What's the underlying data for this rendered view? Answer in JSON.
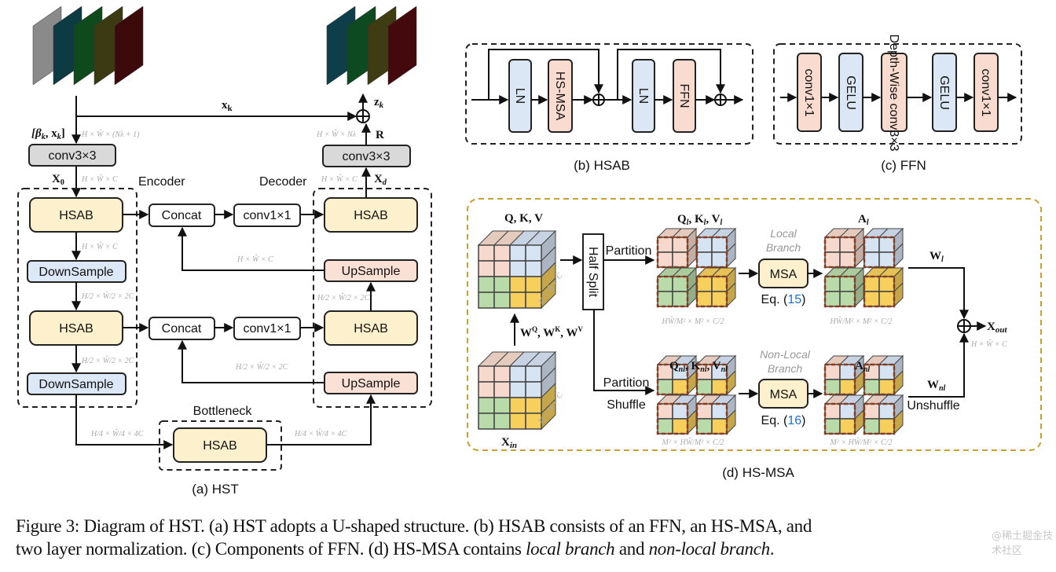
{
  "panel_a": {
    "caption": "(a) HST",
    "encoder_label": "Encoder",
    "decoder_label": "Decoder",
    "bottleneck_label": "Bottleneck",
    "conv_in": "conv3×3",
    "conv_out": "conv3×3",
    "hsab": "HSAB",
    "downsample": "DownSample",
    "upsample": "UpSample",
    "concat": "Concat",
    "conv1x1": "conv1×1",
    "labels": {
      "xk": {
        "base": "x",
        "sub": "k"
      },
      "zk": {
        "base": "z",
        "sub": "k"
      },
      "R": "R",
      "beta": {
        "open": "[β",
        "sub1": "k",
        "mid": ", x",
        "sub2": "k",
        "close": "]"
      },
      "X0": {
        "base": "X",
        "sub": "0"
      },
      "Xd": {
        "base": "X",
        "sub": "d"
      }
    },
    "dims": {
      "in": "H × Ŵ × (Nλ + 1)",
      "out": "H × Ŵ × Nλ",
      "x0": "H × Ŵ × C",
      "xd": "H × Ŵ × C",
      "enc1": "H × Ŵ × C",
      "enc2": "H/2 × Ŵ/2 × 2C",
      "enc3": "H/2 × Ŵ/2 × 2C",
      "up1": "H × Ŵ × C",
      "up2": "H/2 × Ŵ/2 × 2C",
      "dec2": "H/2 × Ŵ/2 × 2C",
      "bott_in": "H/4 × Ŵ/4 × 4C",
      "bott_out": "H/4 × Ŵ/4 × 4C"
    }
  },
  "panel_b": {
    "caption": "(b) HSAB",
    "blocks": [
      "LN",
      "HS-MSA",
      "LN",
      "FFN"
    ]
  },
  "panel_c": {
    "caption": "(c) FFN",
    "blocks": [
      "conv1×1",
      "GELU",
      "Depth-Wise conv3×3",
      "GELU",
      "conv1×1"
    ]
  },
  "panel_d": {
    "caption": "(d) HS-MSA",
    "qkv": "Q, K, V",
    "xin": {
      "base": "X",
      "sub": "in"
    },
    "weights": "WQ, WK, WV",
    "weights_parts": {
      "w1": "W",
      "s1": "Q",
      "w2": ", W",
      "s2": "K",
      "w3": ", W",
      "s3": "V"
    },
    "half_split": "Half Split",
    "partition": "Partition",
    "shuffle": "Shuffle",
    "unshuffle": "Unshuffle",
    "local": {
      "title1": "Local",
      "title2": "Branch",
      "msa": "MSA",
      "eq_pre": "Eq. (",
      "eq_num": "15",
      "eq_post": ")",
      "q": {
        "Q": "Q",
        "K": "K",
        "V": "V",
        "sub": "l"
      },
      "a": {
        "base": "A",
        "sub": "l"
      },
      "w": {
        "base": "W",
        "sub": "l"
      },
      "dim": "HŴ/M² × M² × C/2"
    },
    "nonlocal": {
      "title1": "Non-Local",
      "title2": "Branch",
      "msa": "MSA",
      "eq_pre": "Eq. (",
      "eq_num": "16",
      "eq_post": ")",
      "q": {
        "Q": "Q",
        "K": "K",
        "V": "V",
        "sub": "nl"
      },
      "a": {
        "base": "A",
        "sub": "nl"
      },
      "w": {
        "base": "W",
        "sub": "nl"
      },
      "dim": "M² × HŴ/M² × C/2"
    },
    "xout": {
      "base": "X",
      "sub": "out"
    },
    "dim_cube": "H × Ŵ × C",
    "dim_out": "H × Ŵ × C"
  },
  "caption": {
    "line1": "Figure 3: Diagram of HST. (a) HST adopts a U-shaped structure. (b) HSAB consists of an FFN, an HS-MSA, and",
    "line2_pre": "two layer normalization. (c) Components of FFN. (d) HS-MSA contains ",
    "local": "local branch",
    "and": " and ",
    "nonlocal": "non-local branch",
    "end": "."
  },
  "watermark": "@稀土掘金技术社区",
  "colors": {
    "hsab": "#fdf0cc",
    "conv": "#d9d9d9",
    "downsample": "#dce8f5",
    "upsample": "#fbe0d6",
    "eq_link": "#1a6fd6",
    "hsmsa_border": "#c9a032",
    "partition_border": "#8b3a1a",
    "cube_pink": "#f6d9cc",
    "cube_blue": "#d6e3f3",
    "cube_green": "#b9dbaa",
    "cube_yellow": "#f7cf5c"
  }
}
